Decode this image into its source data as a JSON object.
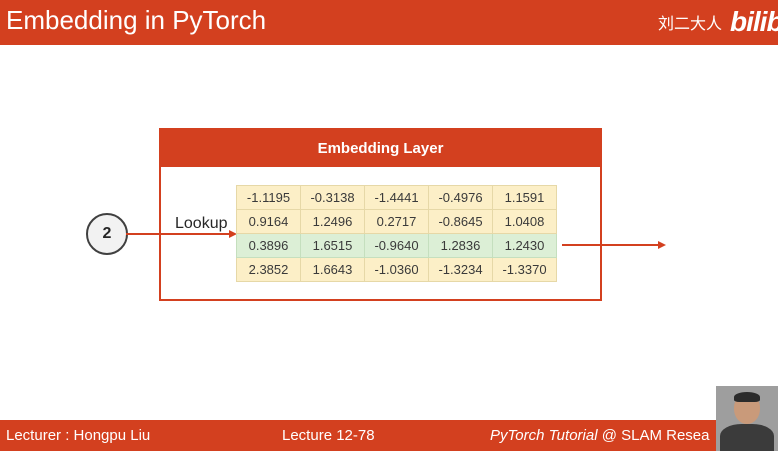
{
  "header": {
    "title": "Embedding in PyTorch",
    "watermark": "刘二大人",
    "logo_text": "bilibili"
  },
  "diagram": {
    "layer_title": "Embedding Layer",
    "input_value": "2",
    "lookup_label": "Lookup",
    "selected_row_index": 2,
    "matrix": [
      [
        "-1.1195",
        "-0.3138",
        "-1.4441",
        "-0.4976",
        "1.1591"
      ],
      [
        "0.9164",
        "1.2496",
        "0.2717",
        "-0.8645",
        "1.0408"
      ],
      [
        "0.3896",
        "1.6515",
        "-0.9640",
        "1.2836",
        "1.2430"
      ],
      [
        "2.3852",
        "1.6643",
        "-1.0360",
        "-1.3234",
        "-1.3370"
      ]
    ]
  },
  "footer": {
    "lecturer": "Lecturer : Hongpu Liu",
    "lecture": "Lecture 12-78",
    "tutorial_italic": "PyTorch Tutorial",
    "tutorial_rest": " @ SLAM Resea"
  },
  "colors": {
    "accent": "#d3401f",
    "cell": "#fcefc7",
    "selected_cell": "#dcefd6"
  }
}
